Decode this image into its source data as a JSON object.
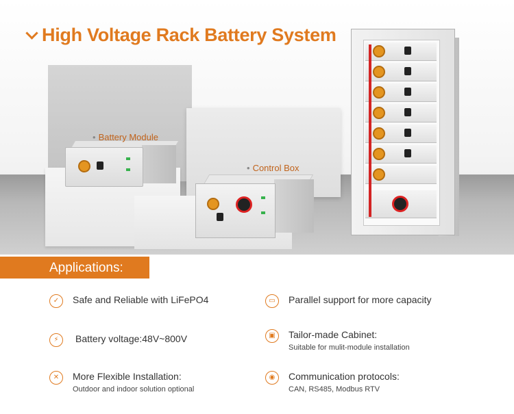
{
  "title": "High Voltage Rack Battery System",
  "labels": {
    "battery_module": "Battery Module",
    "control_box": "Control Box"
  },
  "applications": {
    "header": "Applications:",
    "items": [
      {
        "icon": "shield-icon",
        "main": "Safe and Reliable with LiFePO4",
        "sub": ""
      },
      {
        "icon": "lightning-icon",
        "main": "Battery voltage:48V~800V",
        "sub": ""
      },
      {
        "icon": "tools-icon",
        "main": "More Flexible Installation:",
        "sub": "Outdoor and indoor solution optional"
      },
      {
        "icon": "battery-parallel-icon",
        "main": "Parallel support for more capacity",
        "sub": ""
      },
      {
        "icon": "cabinet-icon",
        "main": "Tailor-made Cabinet:",
        "sub": "Suitable for mulit-module installation"
      },
      {
        "icon": "signal-icon",
        "main": "Communication protocols:",
        "sub": "CAN, RS485, Modbus RTV"
      }
    ]
  },
  "colors": {
    "accent": "#e07a1f",
    "label": "#c0621a"
  }
}
